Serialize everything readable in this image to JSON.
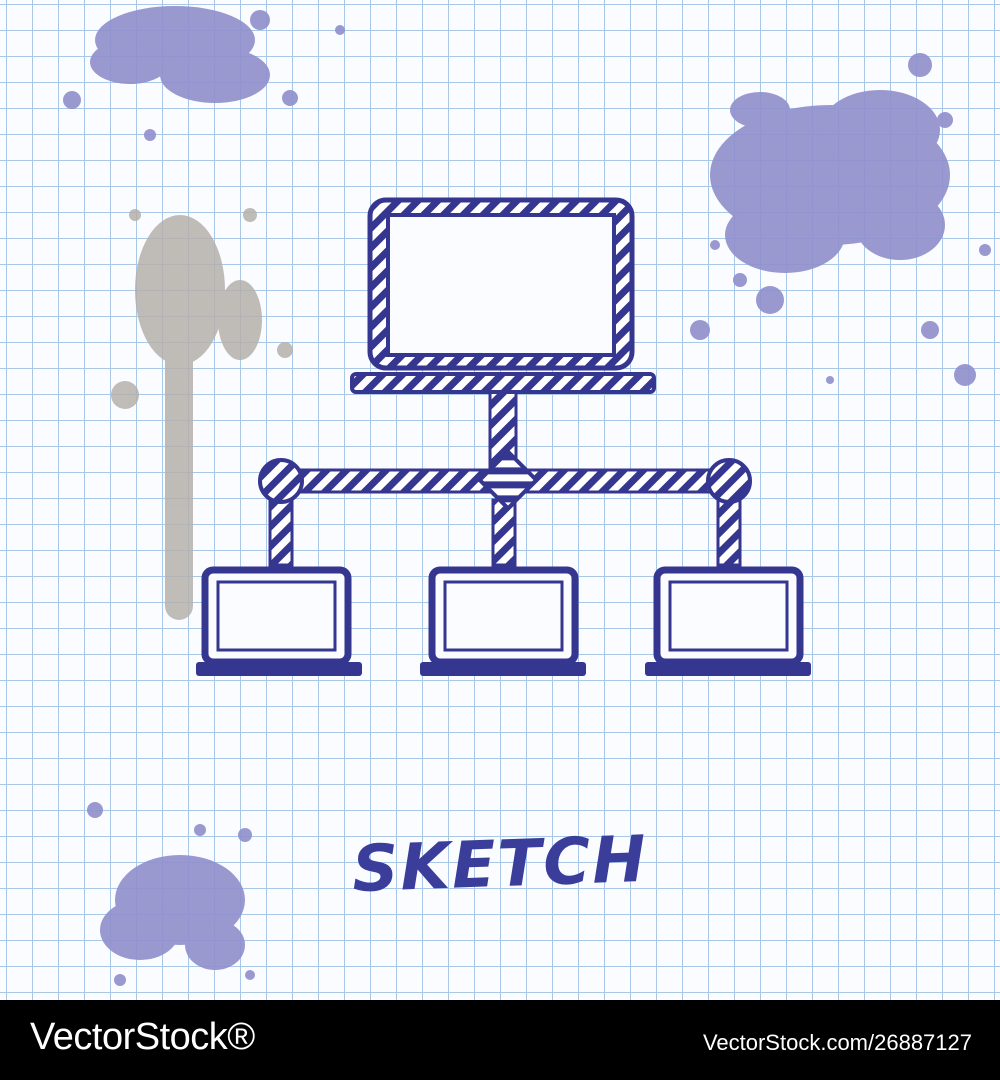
{
  "illustration": {
    "caption": "SKETCH",
    "ink_color": "#35368f",
    "splash_color": "#8f8fcc",
    "stain_color": "#b5b0ab",
    "grid_color": "#a9c7e6",
    "icon": "network-hierarchy-icon",
    "nodes": [
      "laptop-icon",
      "laptop-icon",
      "laptop-icon",
      "laptop-icon"
    ]
  },
  "footer": {
    "logo_text": "VectorStock®",
    "image_id": "VectorStock.com/26887127"
  }
}
